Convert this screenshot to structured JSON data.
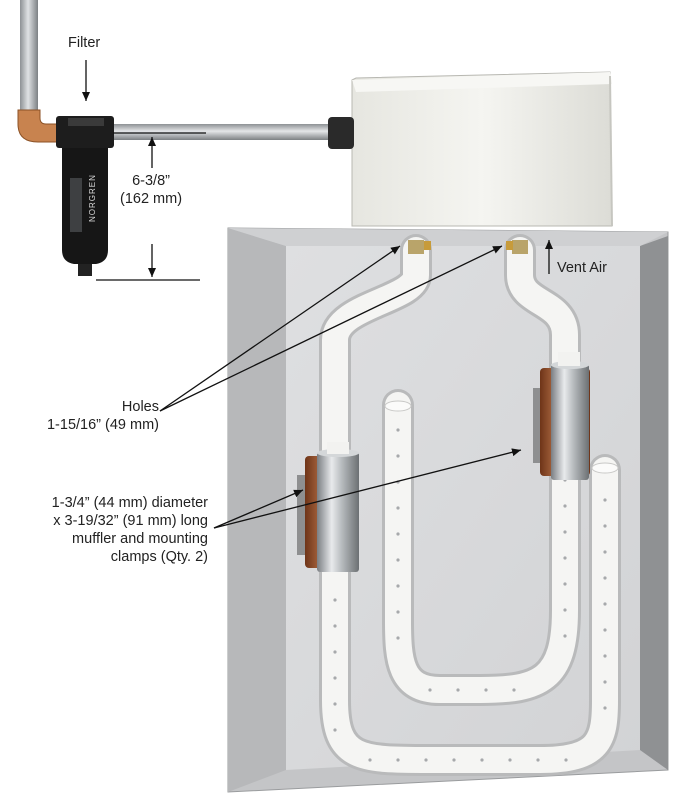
{
  "labels": {
    "filter": "Filter",
    "dimension": "6-3/8\"\n(162 mm)",
    "dimension_line1": "6-3/8”",
    "dimension_line2": "(162 mm)",
    "vent_air": "Vent Air",
    "holes_line1": "Holes",
    "holes_line2": "1-15/16” (49 mm)",
    "muffler_line1": "1-3/4” (44 mm) diameter",
    "muffler_line2": "x 3-19/32” (91 mm) long",
    "muffler_line3": "muffler and mounting",
    "muffler_line4": "clamps (Qty. 2)"
  },
  "logos": {
    "filter_brand": "NORGREN"
  },
  "colors": {
    "panel_face": "#d7d8da",
    "panel_frame": "#c2c3c5",
    "panel_side": "#8e9092",
    "tube": "#f4f4f2",
    "copper": "#b86a3c",
    "steel": "#a9adb0",
    "filter_body": "#1a1a1a",
    "box": "#efefea"
  },
  "icons": [
    "arrow-down-icon",
    "arrow-up-icon",
    "leader-arrow-icon"
  ]
}
